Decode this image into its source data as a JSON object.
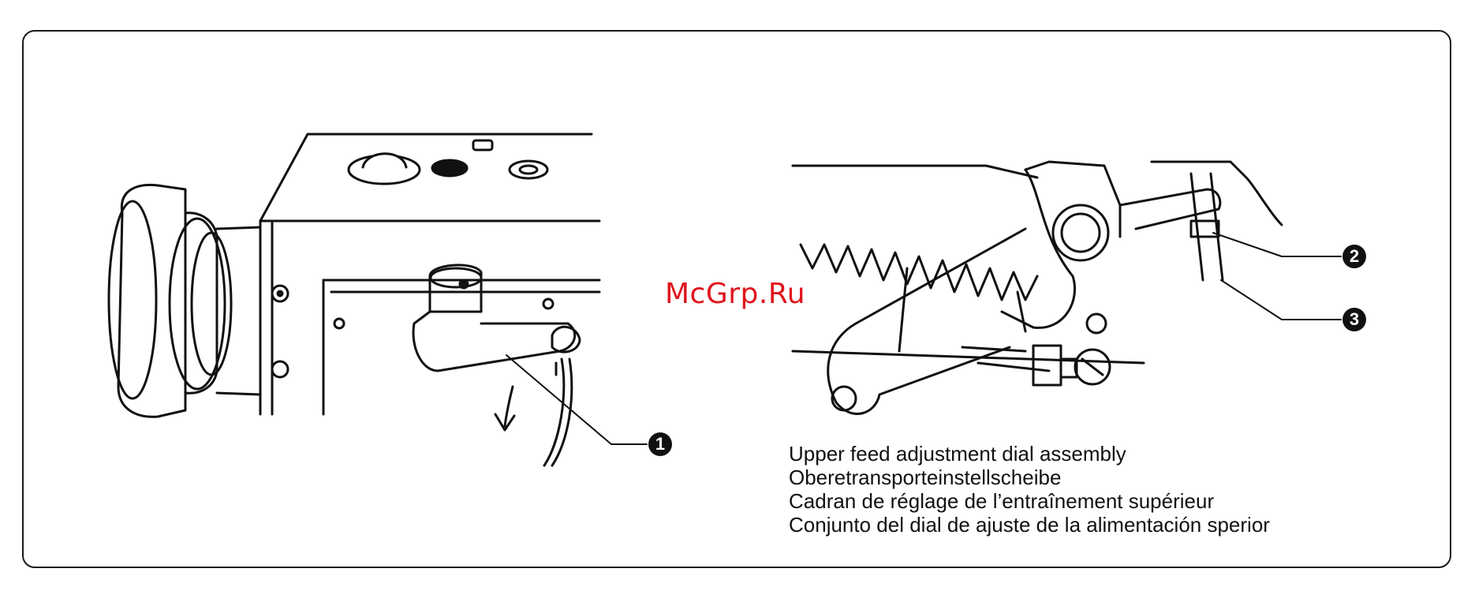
{
  "watermark": "McGrp.Ru",
  "callouts": [
    {
      "id": "1",
      "label": "1"
    },
    {
      "id": "2",
      "label": "2"
    },
    {
      "id": "3",
      "label": "3"
    }
  ],
  "caption": {
    "en": "Upper feed adjustment dial assembly",
    "de": "Oberetransporteinstellscheibe",
    "fr": "Cadran de réglage de l’entraînement supérieur",
    "es": "Conjunto del dial de ajuste de la alimentación sperior"
  }
}
